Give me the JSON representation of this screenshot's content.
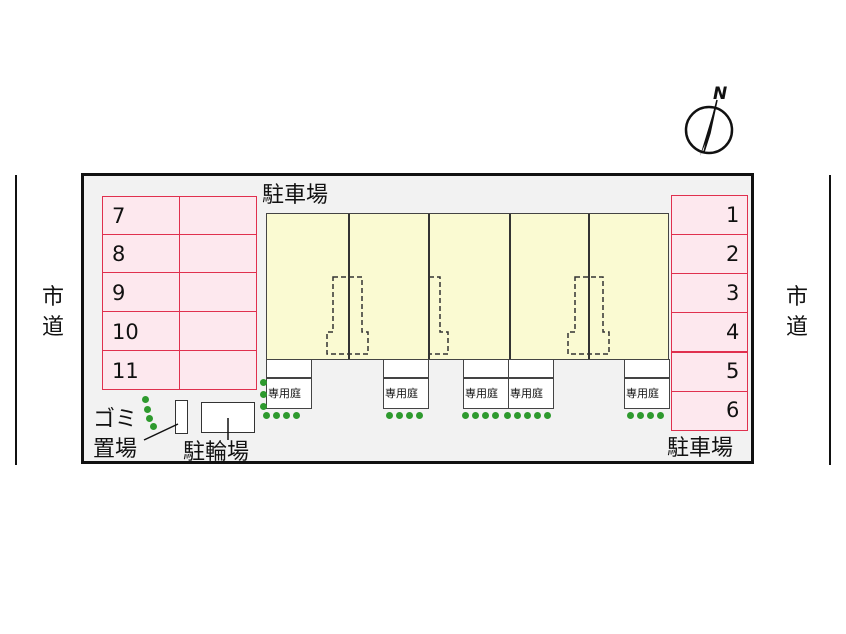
{
  "roads": {
    "left_label": "市道",
    "right_label": "市道"
  },
  "labels": {
    "parking_top": "駐車場",
    "parking_bottom": "駐車場",
    "garbage_line1": "ゴミ",
    "garbage_line2": "置場",
    "bicycle": "駐輪場",
    "private_garden": "専用庭",
    "north": "N"
  },
  "parking_left": [
    "7",
    "8",
    "9",
    "10",
    "11"
  ],
  "parking_right": [
    "1",
    "2",
    "3",
    "4",
    "5",
    "6"
  ],
  "colors": {
    "parking_fill": "#fde8ee",
    "parking_border": "#e0304e",
    "building_fill": "#fafad2",
    "hedge": "#2e9a2e"
  }
}
